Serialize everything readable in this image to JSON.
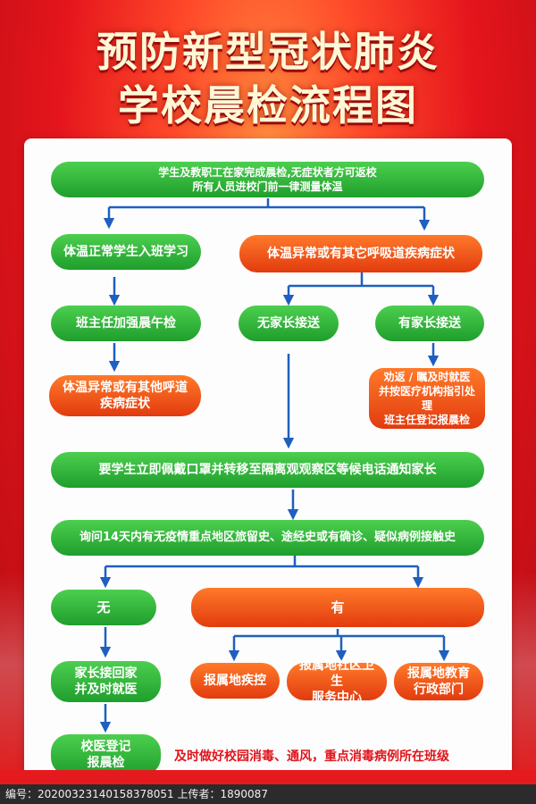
{
  "title": {
    "line1": "预防新型冠状肺炎",
    "line2": "学校晨检流程图"
  },
  "nodes": {
    "start_l1": "学生及教职工在家完成晨检,无症状者方可返校",
    "start_l2": "所有人员进校门前一律测量体温",
    "normal_temp": "体温正常学生入班学习",
    "abnormal_temp": "体温异常或有其它呼吸道疾病症状",
    "teacher_check": "班主任加强晨午检",
    "no_parent": "无家长接送",
    "has_parent": "有家长接送",
    "abnormal2_l1": "体温异常或有其他呼道",
    "abnormal2_l2": "疾病症状",
    "advice_l1": "劝返 / 瞩及时就医",
    "advice_l2": "并按医疗机构指引处理",
    "advice_l3": "班主任登记报晨检",
    "isolation": "要学生立即佩戴口罩并转移至隔离观观察区等候电话通知家长",
    "inquiry": "询问14天内有无疫情重点地区旅留史、途经史或有确诊、疑似病例接触史",
    "no": "无",
    "yes": "有",
    "home_l1": "家长接回家",
    "home_l2": "并及时就医",
    "report_cdc": "报属地疾控",
    "report_health_l1": "报属地社区卫生",
    "report_health_l2": "服务中心",
    "report_edu_l1": "报属地教育",
    "report_edu_l2": "行政部门",
    "school_doc_l1": "校医登记",
    "school_doc_l2": "报晨检"
  },
  "note": "及时做好校园消毒、通风，重点消毒病例所在班级",
  "footer": "编号：20200323140158378051 上传者：1890087",
  "colors": {
    "green": "#1f9e2c",
    "orange": "#e23b0e",
    "arrow": "#1e5fc0",
    "note": "#e0141b"
  }
}
